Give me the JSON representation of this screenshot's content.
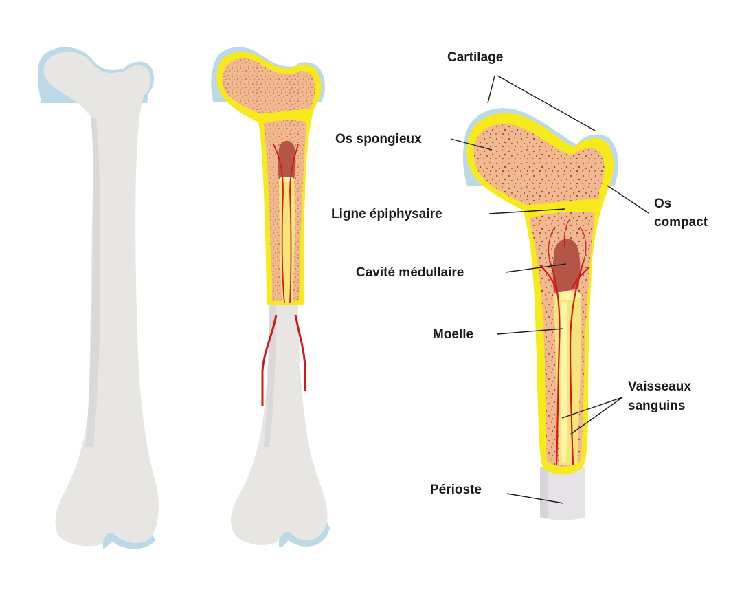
{
  "labels": {
    "cartilage": "Cartilage",
    "spongy_bone": "Os spongieux",
    "compact_bone_line1": "Os",
    "compact_bone_line2": "compact",
    "epiphyseal_line": "Ligne épiphysaire",
    "medullary_cavity": "Cavité médullaire",
    "marrow": "Moelle",
    "blood_vessels_line1": "Vaisseaux",
    "blood_vessels_line2": "sanguins",
    "periosteum": "Périoste"
  },
  "colors": {
    "bone": "#e8e6e3",
    "bone_shadow": "#d7d4d8",
    "cartilage": "#bcd9e8",
    "compact_bone": "#f7ea1c",
    "spongy_bone": "#f2b88f",
    "spongy_dots": "#9b4a3a",
    "marrow": "#f5e57a",
    "cavity": "#b45545",
    "vessel": "#d4191c",
    "text": "#1a1a1a"
  }
}
